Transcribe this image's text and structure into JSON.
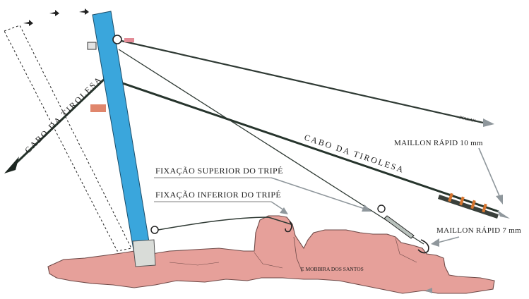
{
  "diagram": {
    "labels": {
      "cable_left": "CABO DA TIROLESA",
      "cable_right": "CABO DA TIROLESA",
      "maillon_10": "MAILLON RÁPID 10 mm",
      "maillon_7": "MAILLON RÁPID 7 mm",
      "fix_upper": "FIXAÇÃO SUPERIOR DO TRIPÉ",
      "fix_lower": "FIXAÇÃO INFERIOR DO TRIPÉ",
      "pulley_tag": "POLLAN",
      "rock_credit": "E MOBBIRA DOS SANTOS"
    },
    "colors": {
      "mast": "#3aa6dc",
      "rock": "#e6a09a",
      "rock_stroke": "#6e4a48",
      "cable": "#26342c",
      "rope": "#2f3a34",
      "arrow_gray": "#8f979c",
      "ring_orange": "#d6752f",
      "tag_orange": "#e0866c"
    }
  }
}
